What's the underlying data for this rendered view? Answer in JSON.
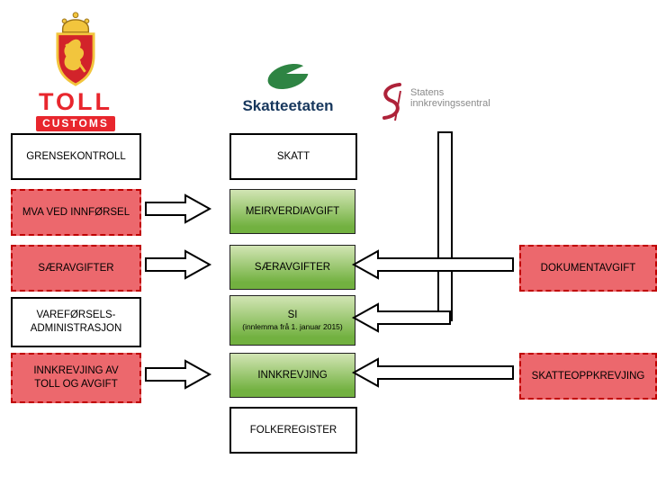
{
  "colors": {
    "red-box-fill": "#ec686d",
    "red-box-border": "#c00000",
    "green-box-top": "#d2e5b4",
    "green-box-bottom": "#72b140",
    "toll-red": "#e8262d",
    "skatteetaten-green": "#2e8443",
    "skatteetaten-blue": "#17375d",
    "si-red": "#ae2239",
    "si-gray": "#8a8a8a"
  },
  "logos": {
    "toll": {
      "line1": "TOLL",
      "line2": "CUSTOMS"
    },
    "skatteetaten": {
      "name": "Skatteetaten"
    },
    "si": {
      "line1": "Statens",
      "line2": "innkrevingssentral"
    }
  },
  "left_column": [
    {
      "variant": "white",
      "lines": [
        "GRENSEKONTROLL"
      ]
    },
    {
      "variant": "red",
      "lines": [
        "MVA VED INNFØRSEL"
      ]
    },
    {
      "variant": "red",
      "lines": [
        "SÆRAVGIFTER"
      ]
    },
    {
      "variant": "white",
      "lines": [
        "VAREFØRSELS-",
        "ADMINISTRASJON"
      ]
    },
    {
      "variant": "red",
      "lines": [
        "INNKREVJING AV",
        "TOLL OG AVGIFT"
      ]
    }
  ],
  "center_column": [
    {
      "variant": "white",
      "lines": [
        "SKATT"
      ]
    },
    {
      "variant": "green",
      "lines": [
        "MEIRVERDIAVGIFT"
      ]
    },
    {
      "variant": "green",
      "lines": [
        "SÆRAVGIFTER"
      ]
    },
    {
      "variant": "green",
      "lines": [
        "SI",
        "(innlemma frå 1. januar 2015)"
      ]
    },
    {
      "variant": "green",
      "lines": [
        "INNKREVJING"
      ]
    },
    {
      "variant": "white",
      "lines": [
        "FOLKEREGISTER"
      ]
    }
  ],
  "right_column": [
    {
      "variant": "red",
      "lines": [
        "DOKUMENTAVGIFT"
      ]
    },
    {
      "variant": "red",
      "lines": [
        "SKATTEOPPKREVJING"
      ]
    }
  ]
}
